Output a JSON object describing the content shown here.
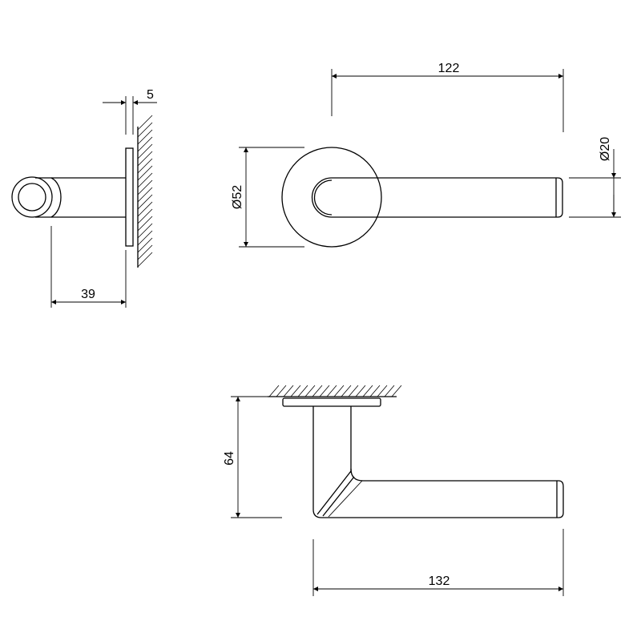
{
  "dimensions": {
    "rose_thickness": "5",
    "projection": "39",
    "rose_diameter": "Ø52",
    "lever_length_top": "122",
    "lever_diameter": "Ø20",
    "height": "64",
    "lever_length_bottom": "132"
  },
  "colors": {
    "line": "#000000",
    "background": "#ffffff"
  }
}
